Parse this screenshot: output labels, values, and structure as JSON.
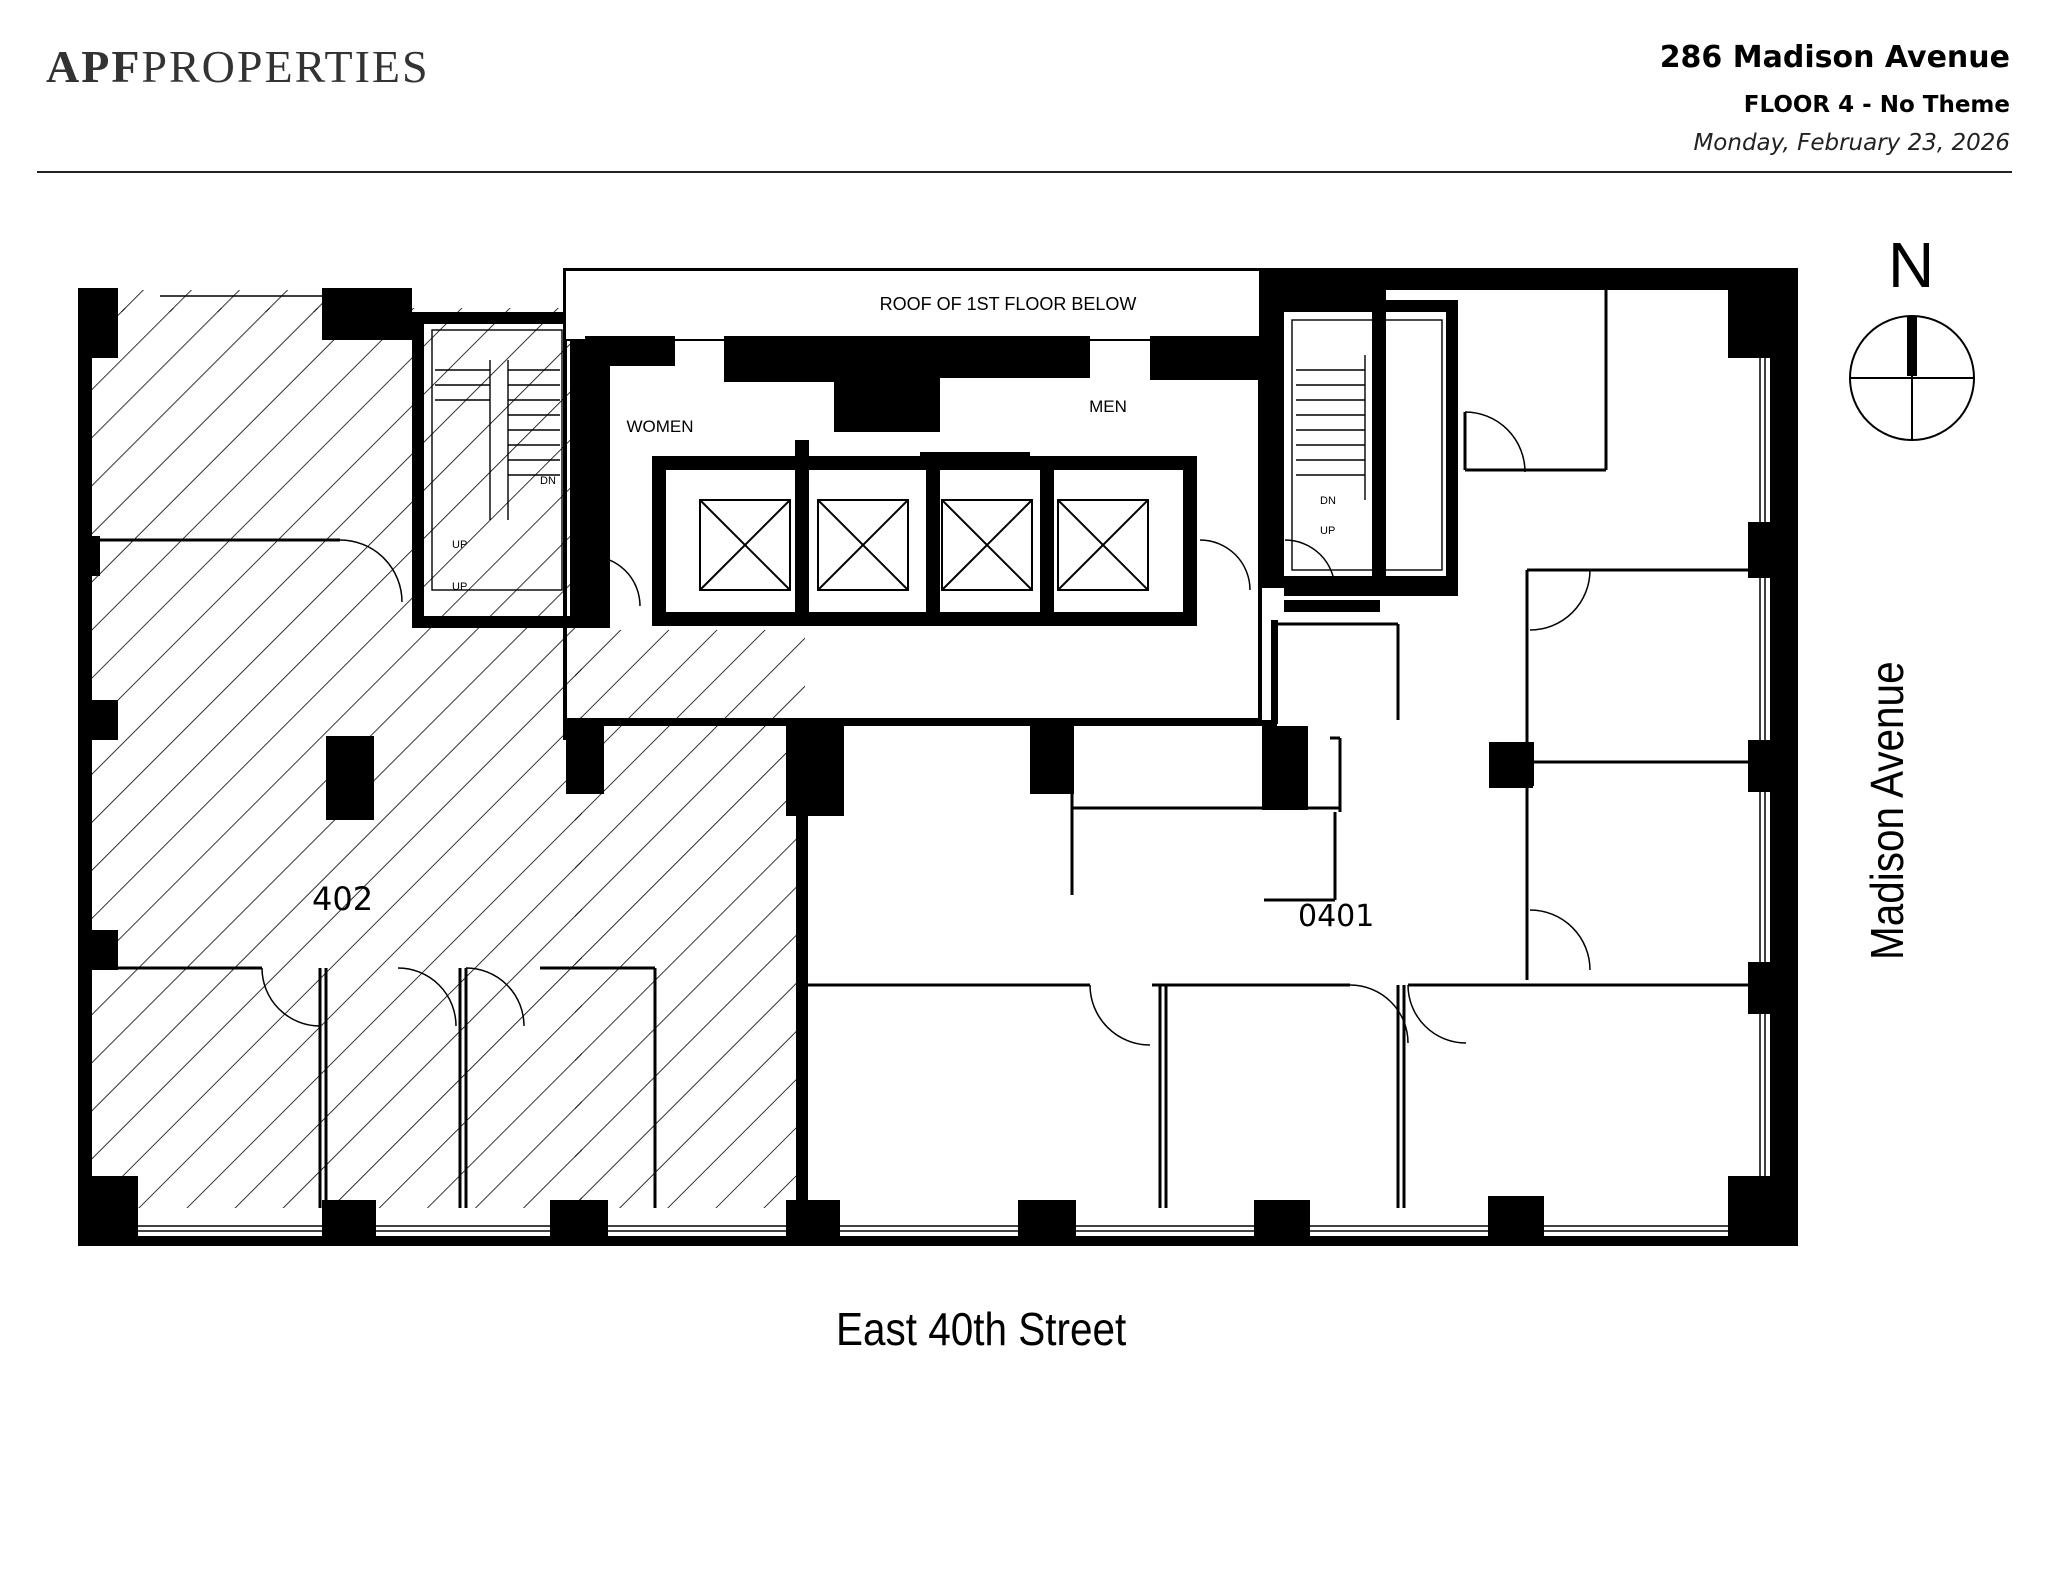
{
  "header": {
    "logo_bold": "APF",
    "logo_rest": "PROPERTIES",
    "building": "286 Madison Avenue",
    "floor": "FLOOR 4 - No Theme",
    "date": "Monday, February 23, 2026"
  },
  "plan": {
    "roof_label": "ROOF OF 1ST FLOOR BELOW",
    "women_label": "WOMEN",
    "men_label": "MEN",
    "stair_left": {
      "dn": "DN",
      "up1": "UP",
      "up2": "UP"
    },
    "stair_right": {
      "dn": "DN",
      "up": "UP"
    },
    "suite_402": "402",
    "suite_0401": "0401"
  },
  "streets": {
    "south": "East 40th Street",
    "east": "Madison Avenue"
  },
  "compass": {
    "label": "N"
  }
}
